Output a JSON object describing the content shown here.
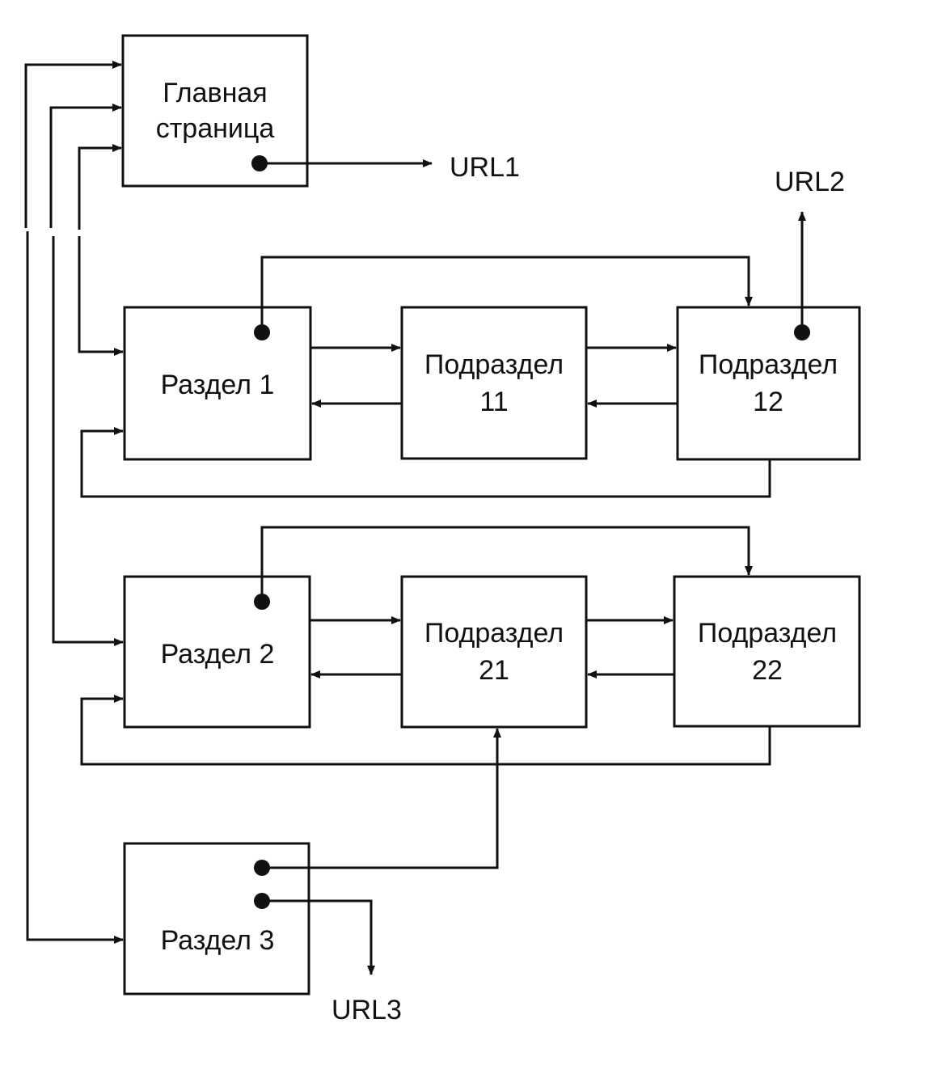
{
  "nodes": {
    "home": {
      "line1": "Главная",
      "line2": "страница"
    },
    "section1": {
      "label": "Раздел 1"
    },
    "sub11": {
      "line1": "Подраздел",
      "line2": "11"
    },
    "sub12": {
      "line1": "Подраздел",
      "line2": "12"
    },
    "section2": {
      "label": "Раздел 2"
    },
    "sub21": {
      "line1": "Подраздел",
      "line2": "21"
    },
    "sub22": {
      "line1": "Подраздел",
      "line2": "22"
    },
    "section3": {
      "label": "Раздел 3"
    }
  },
  "links": {
    "url1": "URL1",
    "url2": "URL2",
    "url3": "URL3"
  }
}
